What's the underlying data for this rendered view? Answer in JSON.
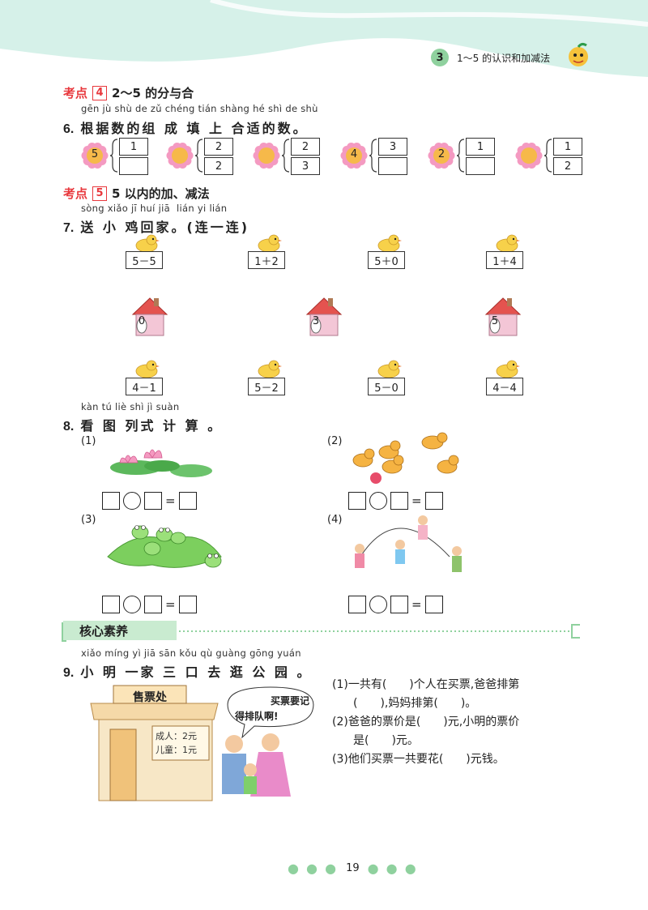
{
  "header": {
    "chapter_num": "3",
    "chapter_title": "1～5 的认识和加减法"
  },
  "section4": {
    "label": "考点",
    "num": "4",
    "title": "2～5 的分与合"
  },
  "q6": {
    "pinyin": "gēn jù shù de zǔ chéng tián shàng hé shì de shù",
    "num": "6.",
    "text": "根据数的组 成 填 上 合适的数。",
    "items": [
      {
        "total": "5",
        "top": "1",
        "bottom": ""
      },
      {
        "total": "",
        "top": "2",
        "bottom": "2"
      },
      {
        "total": "",
        "top": "2",
        "bottom": "3"
      },
      {
        "total": "4",
        "top": "3",
        "bottom": ""
      },
      {
        "total": "2",
        "top": "1",
        "bottom": ""
      },
      {
        "total": "",
        "top": "1",
        "bottom": "2"
      }
    ]
  },
  "section5": {
    "label": "考点",
    "num": "5",
    "title": "5 以内的加、减法"
  },
  "q7": {
    "pinyin1": "sòng xiǎo jī huí jiā",
    "pinyin2": "lián yi lián",
    "num": "7.",
    "text": "送 小 鸡回家。(连一连)",
    "top_expressions": [
      "5－5",
      "1＋2",
      "5＋0",
      "1＋4"
    ],
    "houses": [
      "0",
      "3",
      "5"
    ],
    "bottom_expressions": [
      "4－1",
      "5－2",
      "5－0",
      "4－4"
    ]
  },
  "q8": {
    "pinyin": "kàn tú liè shì jì suàn",
    "num": "8.",
    "text": "看 图 列式 计 算 。",
    "subs": [
      "(1)",
      "(2)",
      "(3)",
      "(4)"
    ],
    "equals": "="
  },
  "core": {
    "title": "核心素养"
  },
  "q9": {
    "pinyin": "xiǎo míng yì jiā sān kǒu qù guàng gōng yuán",
    "num": "9.",
    "text": "小 明 一家 三 口 去 逛 公 园 。",
    "booth_sign": "售票处",
    "price_adult": "成人：2元",
    "price_child": "儿童：1元",
    "bubble1": "买票要记",
    "bubble2": "得排队啊!",
    "l1": "(1)一共有(　　)个人在买票,爸爸排第",
    "l2": "(　　),妈妈排第(　　)。",
    "l3": "(2)爸爸的票价是(　　)元,小明的票价",
    "l4": "是(　　)元。",
    "l5": "(3)他们买票一共要花(　　)元钱。"
  },
  "footer": {
    "page": "19"
  },
  "colors": {
    "accent_red": "#e8383d",
    "accent_green": "#8fd19e",
    "top_band": "#d6f1e9"
  }
}
